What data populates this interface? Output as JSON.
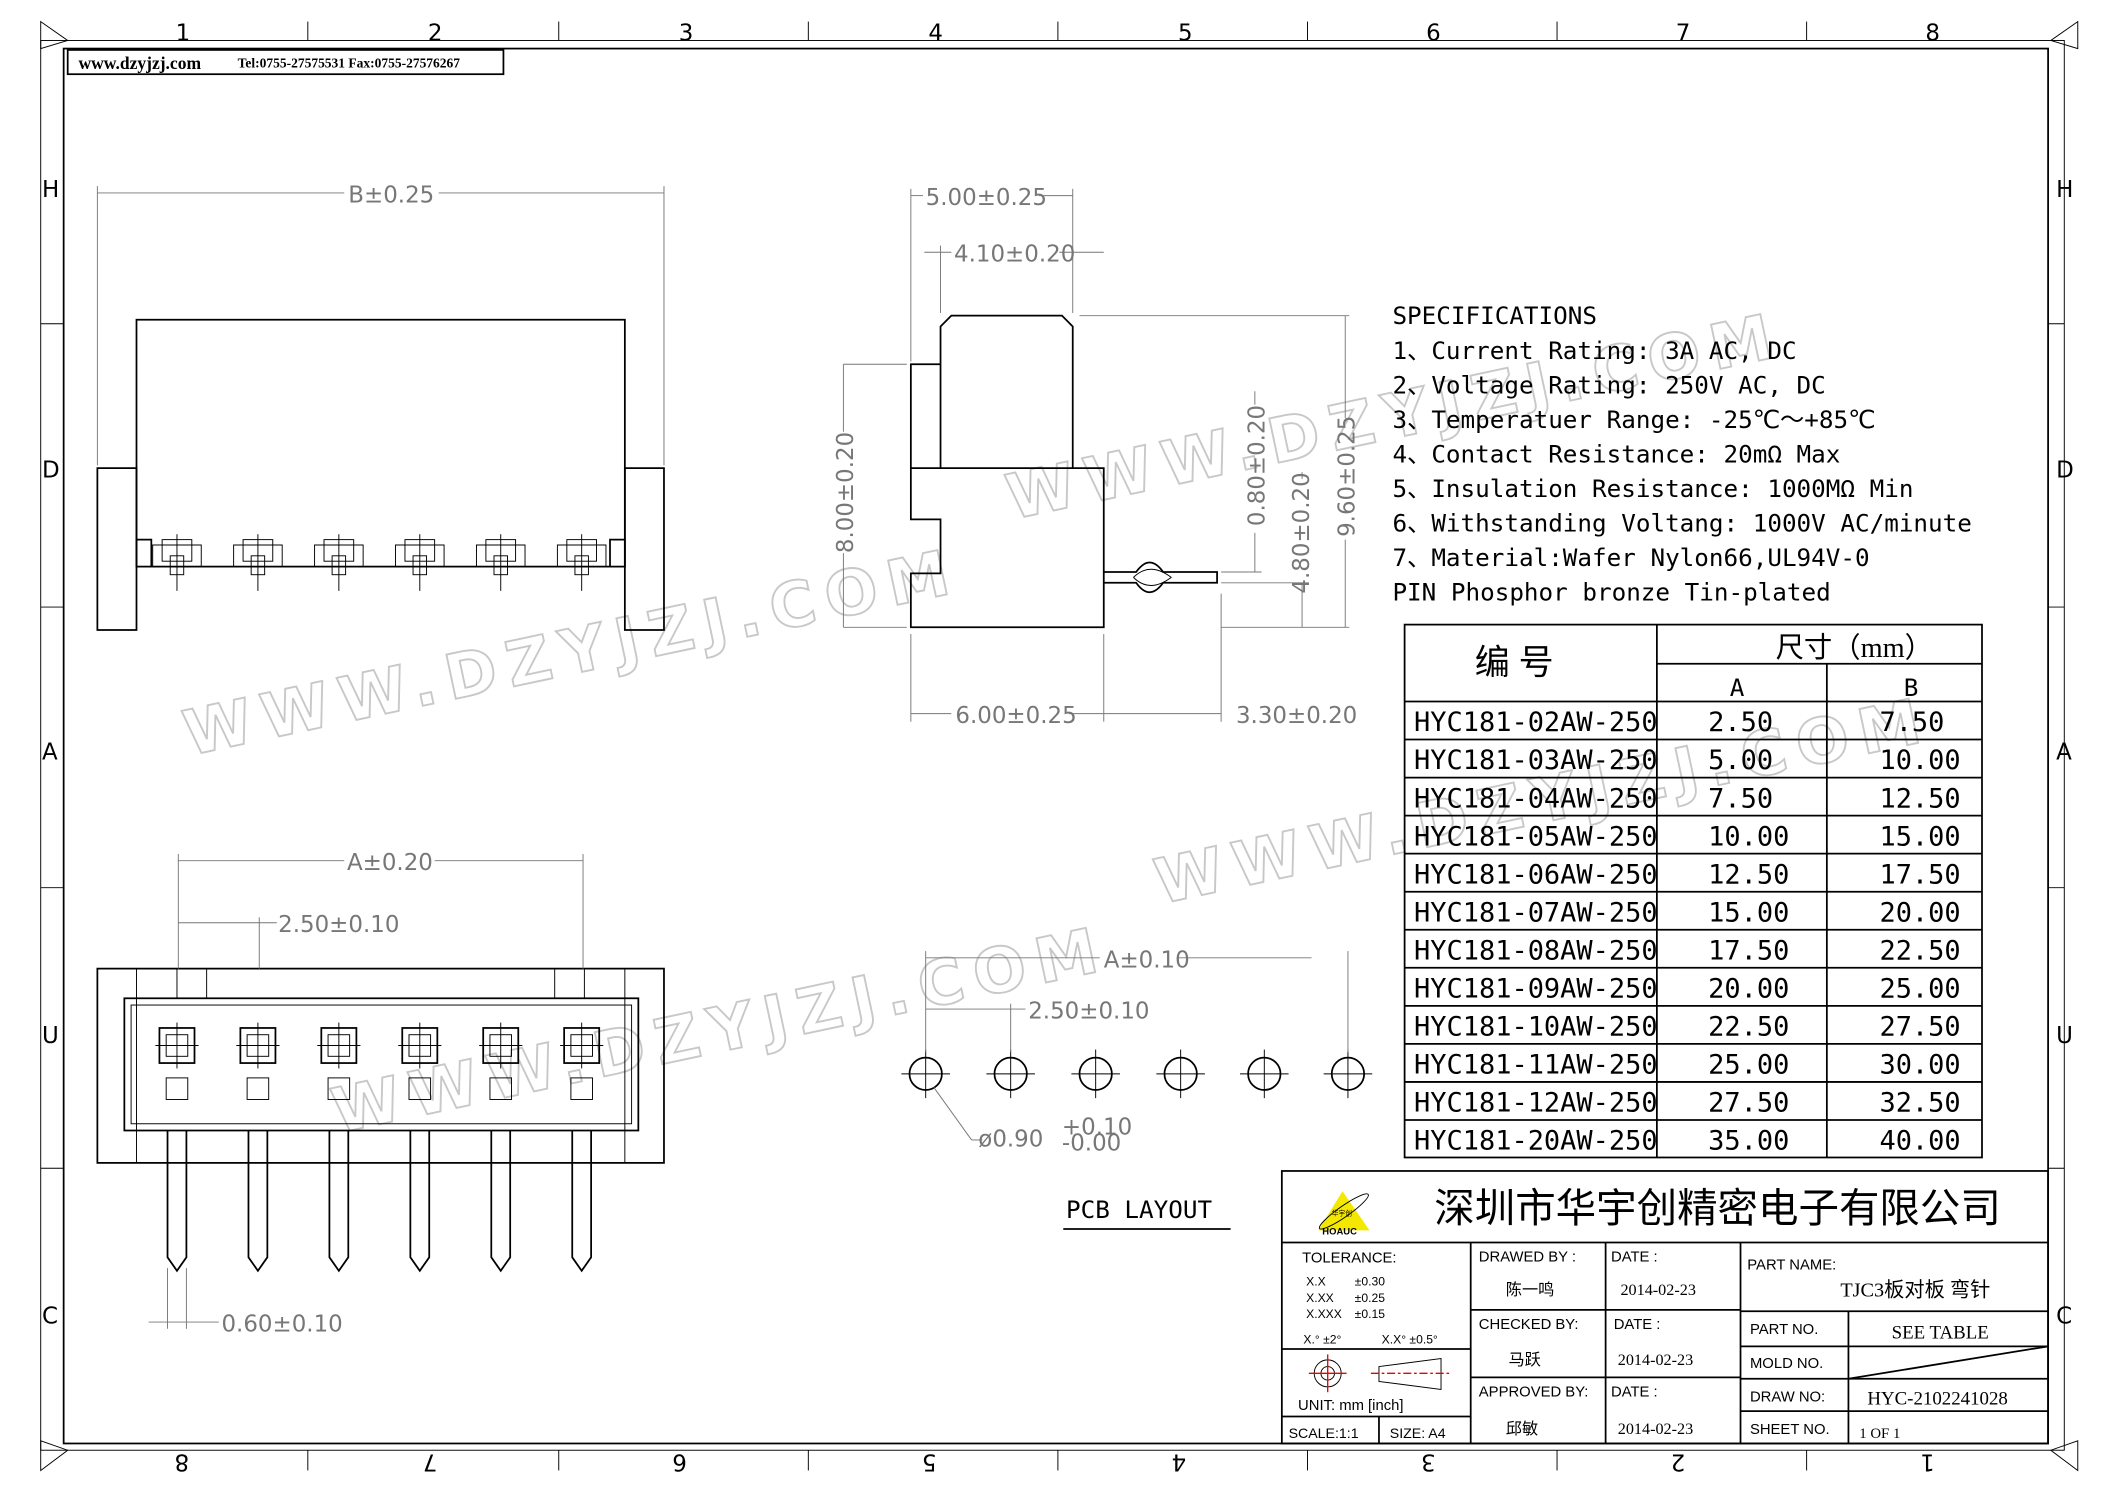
{
  "header": {
    "website": "www.dzyjzj.com",
    "contact": "Tel:0755-27575531  Fax:0755-27576267"
  },
  "zones": {
    "top": [
      "1",
      "2",
      "3",
      "4",
      "5",
      "6",
      "7",
      "8"
    ],
    "bottom": [
      "8",
      "7",
      "6",
      "5",
      "4",
      "3",
      "2",
      "1"
    ],
    "side": [
      "H",
      "D",
      "A",
      "U",
      "C"
    ]
  },
  "watermarks": [
    "WWW.DZYJZJ.COM",
    "WWW.DZYJZJ.COM",
    "WWW.DZYJZJ.COM",
    "WWW.DZYJZJ.COM"
  ],
  "dimensions": {
    "top_b": "B±0.25",
    "side_5": "5.00±0.25",
    "side_41": "4.10±0.20",
    "side_8": "8.00±0.20",
    "side_08": "0.80±0.20",
    "side_48": "4.80±0.20",
    "side_96": "9.60±0.25",
    "side_6": "6.00±0.25",
    "side_33": "3.30±0.20",
    "front_a": "A±0.20",
    "front_pitch": "2.50±0.10",
    "front_pin": "0.60±0.10",
    "pcb_a": "A±0.10",
    "pcb_pitch": "2.50±0.10",
    "pcb_hole": "ø0.90",
    "pcb_hole_plus": "+0.10",
    "pcb_hole_minus": "-0.00"
  },
  "pcb_layout_label": "PCB LAYOUT",
  "specifications": {
    "title": "SPECIFICATIONS",
    "lines": [
      "1、Current Rating: 3A AC, DC",
      "2、Voltage Rating: 250V AC, DC",
      "3、Temperatuer Range: -25℃～+85℃",
      "4、Contact Resistance: 20mΩ  Max",
      "5、Insulation Resistance: 1000MΩ  Min",
      "6、Withstanding Voltang: 1000V AC/minute",
      "7、Material:Wafer Nylon66,UL94V-0",
      "   PIN Phosphor bronze Tin-plated"
    ]
  },
  "size_table": {
    "col_part": "编  号",
    "col_dim": "尺寸（mm）",
    "col_a": "A",
    "col_b": "B",
    "rows": [
      [
        "HYC181-02AW-250",
        "2.50",
        "7.50"
      ],
      [
        "HYC181-03AW-250",
        "5.00",
        "10.00"
      ],
      [
        "HYC181-04AW-250",
        "7.50",
        "12.50"
      ],
      [
        "HYC181-05AW-250",
        "10.00",
        "15.00"
      ],
      [
        "HYC181-06AW-250",
        "12.50",
        "17.50"
      ],
      [
        "HYC181-07AW-250",
        "15.00",
        "20.00"
      ],
      [
        "HYC181-08AW-250",
        "17.50",
        "22.50"
      ],
      [
        "HYC181-09AW-250",
        "20.00",
        "25.00"
      ],
      [
        "HYC181-10AW-250",
        "22.50",
        "27.50"
      ],
      [
        "HYC181-11AW-250",
        "25.00",
        "30.00"
      ],
      [
        "HYC181-12AW-250",
        "27.50",
        "32.50"
      ],
      [
        "HYC181-20AW-250",
        "35.00",
        "40.00"
      ]
    ]
  },
  "title_block": {
    "logo_cn": "华宇创",
    "logo_en": "HOAUC",
    "company": "深圳市华宇创精密电子有限公司",
    "tolerance_label": "TOLERANCE:",
    "tol": [
      [
        "X.X",
        "±0.30"
      ],
      [
        "X.XX",
        "±0.25"
      ],
      [
        "X.XXX",
        "±0.15"
      ]
    ],
    "tol_angle_1": "X.°  ±2°",
    "tol_angle_2": "X.X°  ±0.5°",
    "unit": "UNIT:  mm  [inch]",
    "scale": "SCALE:1:1",
    "size": "SIZE:  A4",
    "drawed_by_label": "DRAWED  BY :",
    "drawed_by": "陈一鸣",
    "checked_by_label": "CHECKED  BY:",
    "checked_by": "马跃",
    "approved_by_label": "APPROVED  BY:",
    "approved_by": "邱敏",
    "date_label": "DATE  :",
    "dates": [
      "2014-02-23",
      "2014-02-23",
      "2014-02-23"
    ],
    "part_name_label": "PART  NAME:",
    "part_name": "TJC3板对板  弯针",
    "part_no_label": "PART  NO.",
    "part_no": "SEE  TABLE",
    "mold_no_label": "MOLD  NO.",
    "draw_no_label": "DRAW  NO:",
    "draw_no": "HYC-2102241028",
    "sheet_no_label": "SHEET  NO.",
    "sheet_no": "1  OF  1"
  },
  "colors": {
    "line": "#000000",
    "dimension": "#777777",
    "logo": "#f5e800",
    "center_mark": "#e00000"
  }
}
